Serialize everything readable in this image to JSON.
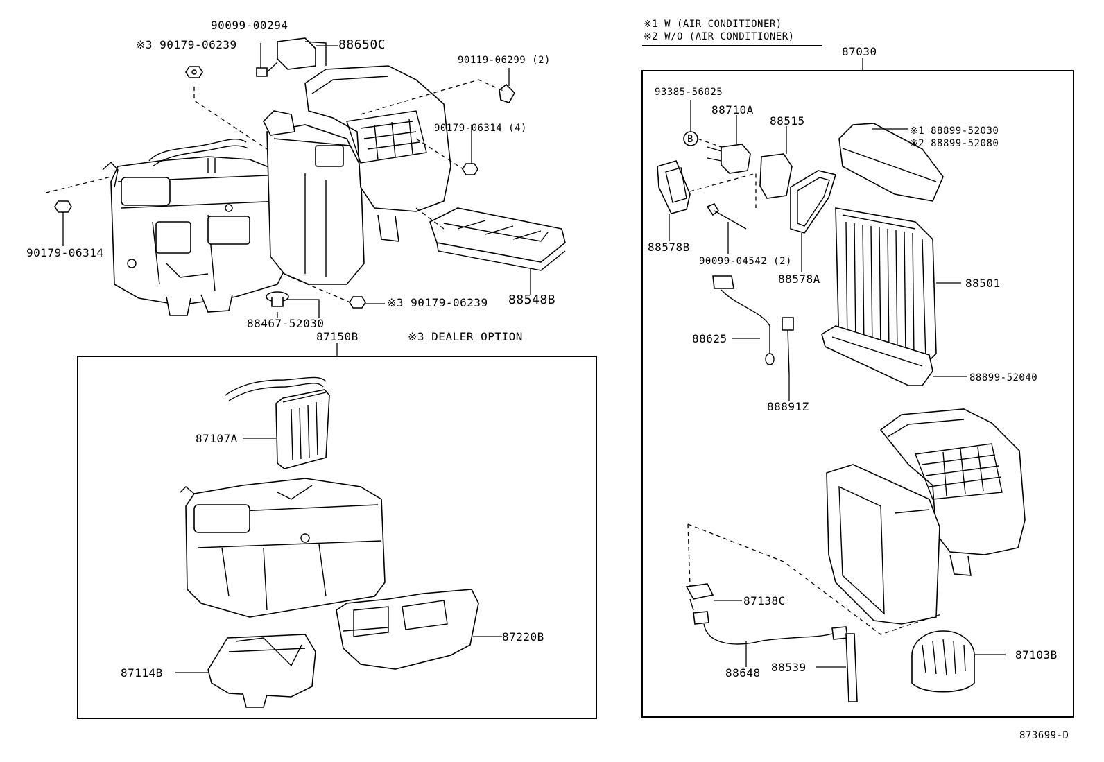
{
  "notes": {
    "note1": "※1 W (AIR CONDITIONER)",
    "note2": "※2 W/O (AIR CONDITIONER)",
    "note3": "※3 DEALER OPTION"
  },
  "labels": {
    "p90099_00294": "90099-00294",
    "p88650C": "88650C",
    "p90179_06239_a": "※3 90179-06239",
    "p90119_06299": "90119-06299 (2)",
    "p90179_06314_4": "90179-06314 (4)",
    "p90179_06314": "90179-06314",
    "p88548B": "88548B",
    "p90179_06239_b": "※3 90179-06239",
    "p88467_52030": "88467-52030",
    "p87150B": "87150B",
    "p87107A": "87107A",
    "p87220B": "87220B",
    "p87114B": "87114B",
    "p87030": "87030",
    "p93385_56025": "93385-56025",
    "p88710A": "88710A",
    "p88515": "88515",
    "p88899_52030": "※1 88899-52030",
    "p88899_52080": "※2 88899-52080",
    "pB": "B",
    "p88578B": "88578B",
    "p90099_04542": "90099-04542 (2)",
    "p88578A": "88578A",
    "p88501": "88501",
    "p88625": "88625",
    "p88899_52040": "88899-52040",
    "p88891Z": "88891Z",
    "p87138C": "87138C",
    "p88648": "88648",
    "p88539": "88539",
    "p87103B": "87103B",
    "figure_id": "873699-D"
  }
}
